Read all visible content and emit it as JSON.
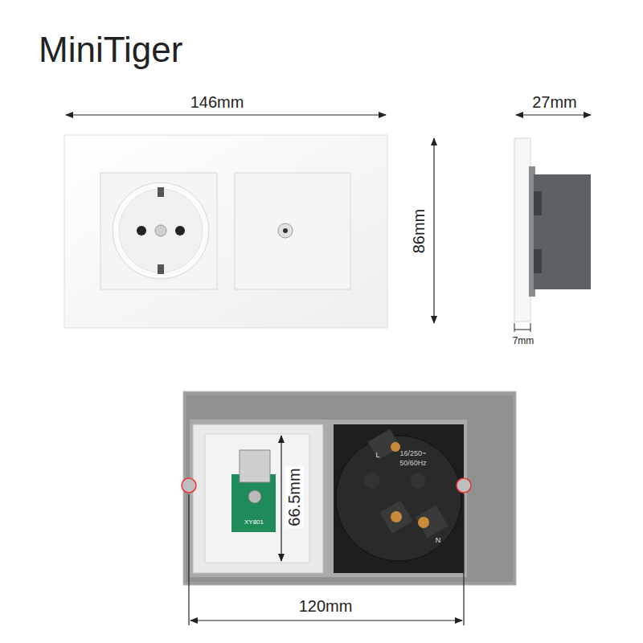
{
  "diagram": {
    "title": "MiniTiger",
    "labels": [
      "146mm",
      "27mm",
      "86mm",
      "7mm",
      "16/250~",
      "50/60Hz",
      "L",
      "N",
      "66.5mm",
      "XY801",
      "120mm"
    ]
  }
}
